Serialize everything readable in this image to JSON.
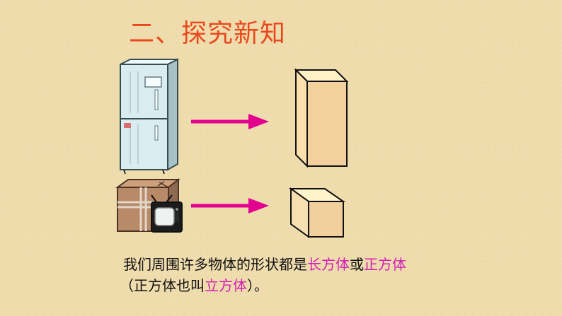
{
  "section_title": "二、探究新知",
  "figure": {
    "fridge_icon": "refrigerator-image",
    "box_tv_icon": "box-and-tv-image",
    "arrow_icon": "right-arrow",
    "cuboid_icon": "cuboid-shape",
    "cube_icon": "cube-shape"
  },
  "caption": {
    "line1_part1": "我们周围许多物体的形状都是",
    "line1_highlight1": "长方体",
    "line1_part2": "或",
    "line1_highlight2": "正方体",
    "line2_part1": "（正方体也叫",
    "line2_highlight": "立方体",
    "line2_part2": "）。"
  },
  "colors": {
    "background": "#efdcad",
    "title": "#e84a1e",
    "arrow": "#e3008f",
    "highlight": "#d41fb5",
    "shape_face_light": "#fff0c3",
    "shape_face_mid": "#f5dca7",
    "shape_face_dark": "#efcb8f"
  }
}
